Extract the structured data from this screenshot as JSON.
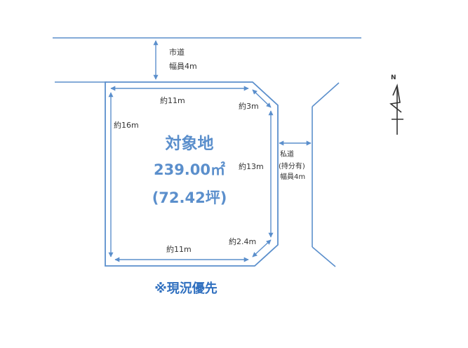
{
  "colors": {
    "line": "#5b8fcc",
    "title": "#5b8fcc",
    "note": "#2f6fbf",
    "label": "#333333",
    "compass": "#333333"
  },
  "road_city": {
    "name": "市道",
    "width": "幅員4m"
  },
  "road_private": {
    "name": "私道",
    "ownership": "(持分有)",
    "width": "幅員4m"
  },
  "dimensions": {
    "top": "約11m",
    "top_right_corner": "約3m",
    "left": "約16m",
    "right": "約13m",
    "bottom_right_corner": "約2.4m",
    "bottom": "約11m"
  },
  "lot": {
    "title": "対象地",
    "area_sqm": "239.00㎡",
    "area_tsubo": "(72.42坪)"
  },
  "note": "※現況優先",
  "compass": {
    "label": "N"
  }
}
